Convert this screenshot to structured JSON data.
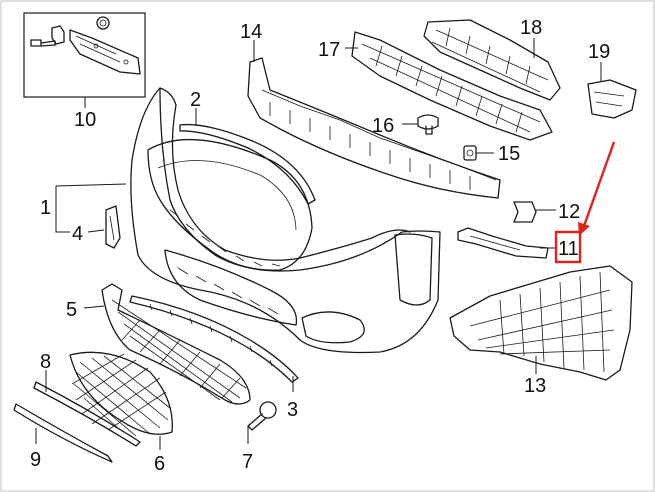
{
  "callouts": {
    "c1": "1",
    "c2": "2",
    "c3": "3",
    "c4": "4",
    "c5": "5",
    "c6": "6",
    "c7": "7",
    "c8": "8",
    "c9": "9",
    "c10": "10",
    "c11": "11",
    "c12": "12",
    "c13": "13",
    "c14": "14",
    "c15": "15",
    "c16": "16",
    "c17": "17",
    "c18": "18",
    "c19": "19"
  },
  "highlight": {
    "callout": "11",
    "color": "#e0221b"
  },
  "colors": {
    "line": "#1a1a1a",
    "background": "#ffffff",
    "frame": "#9a9a9a"
  }
}
